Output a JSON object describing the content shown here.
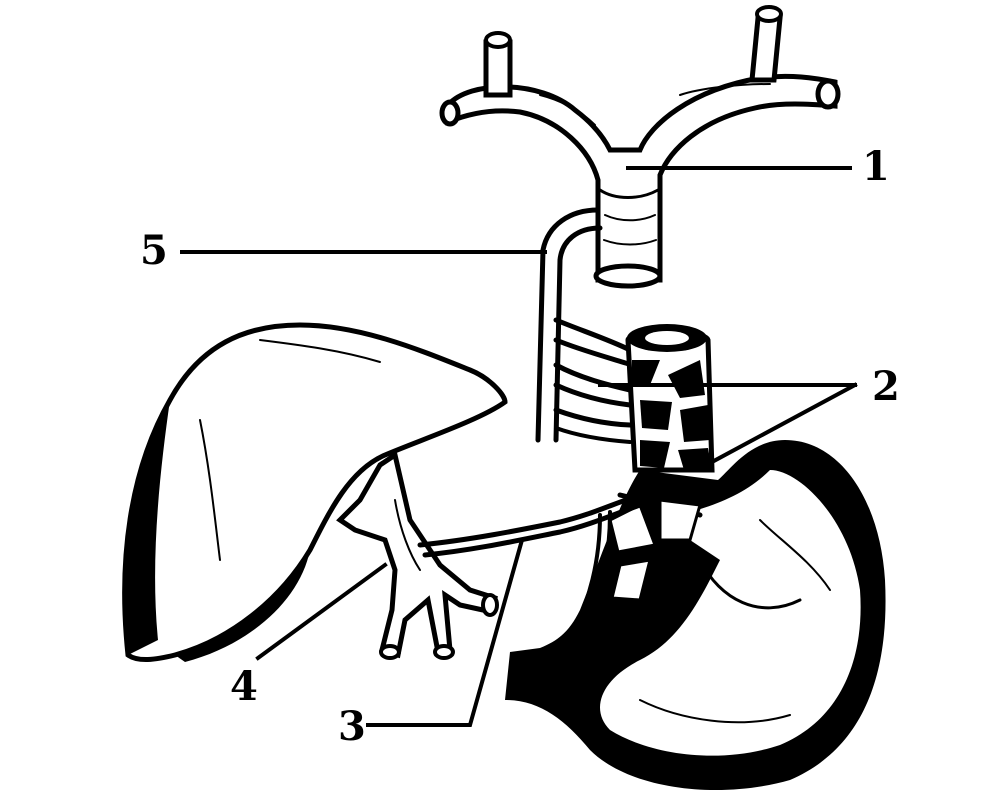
{
  "labels": {
    "l1": "1",
    "l2": "2",
    "l3": "3",
    "l4": "4",
    "l5": "5"
  },
  "colors": {
    "ink": "#000000",
    "paper": "#ffffff"
  }
}
